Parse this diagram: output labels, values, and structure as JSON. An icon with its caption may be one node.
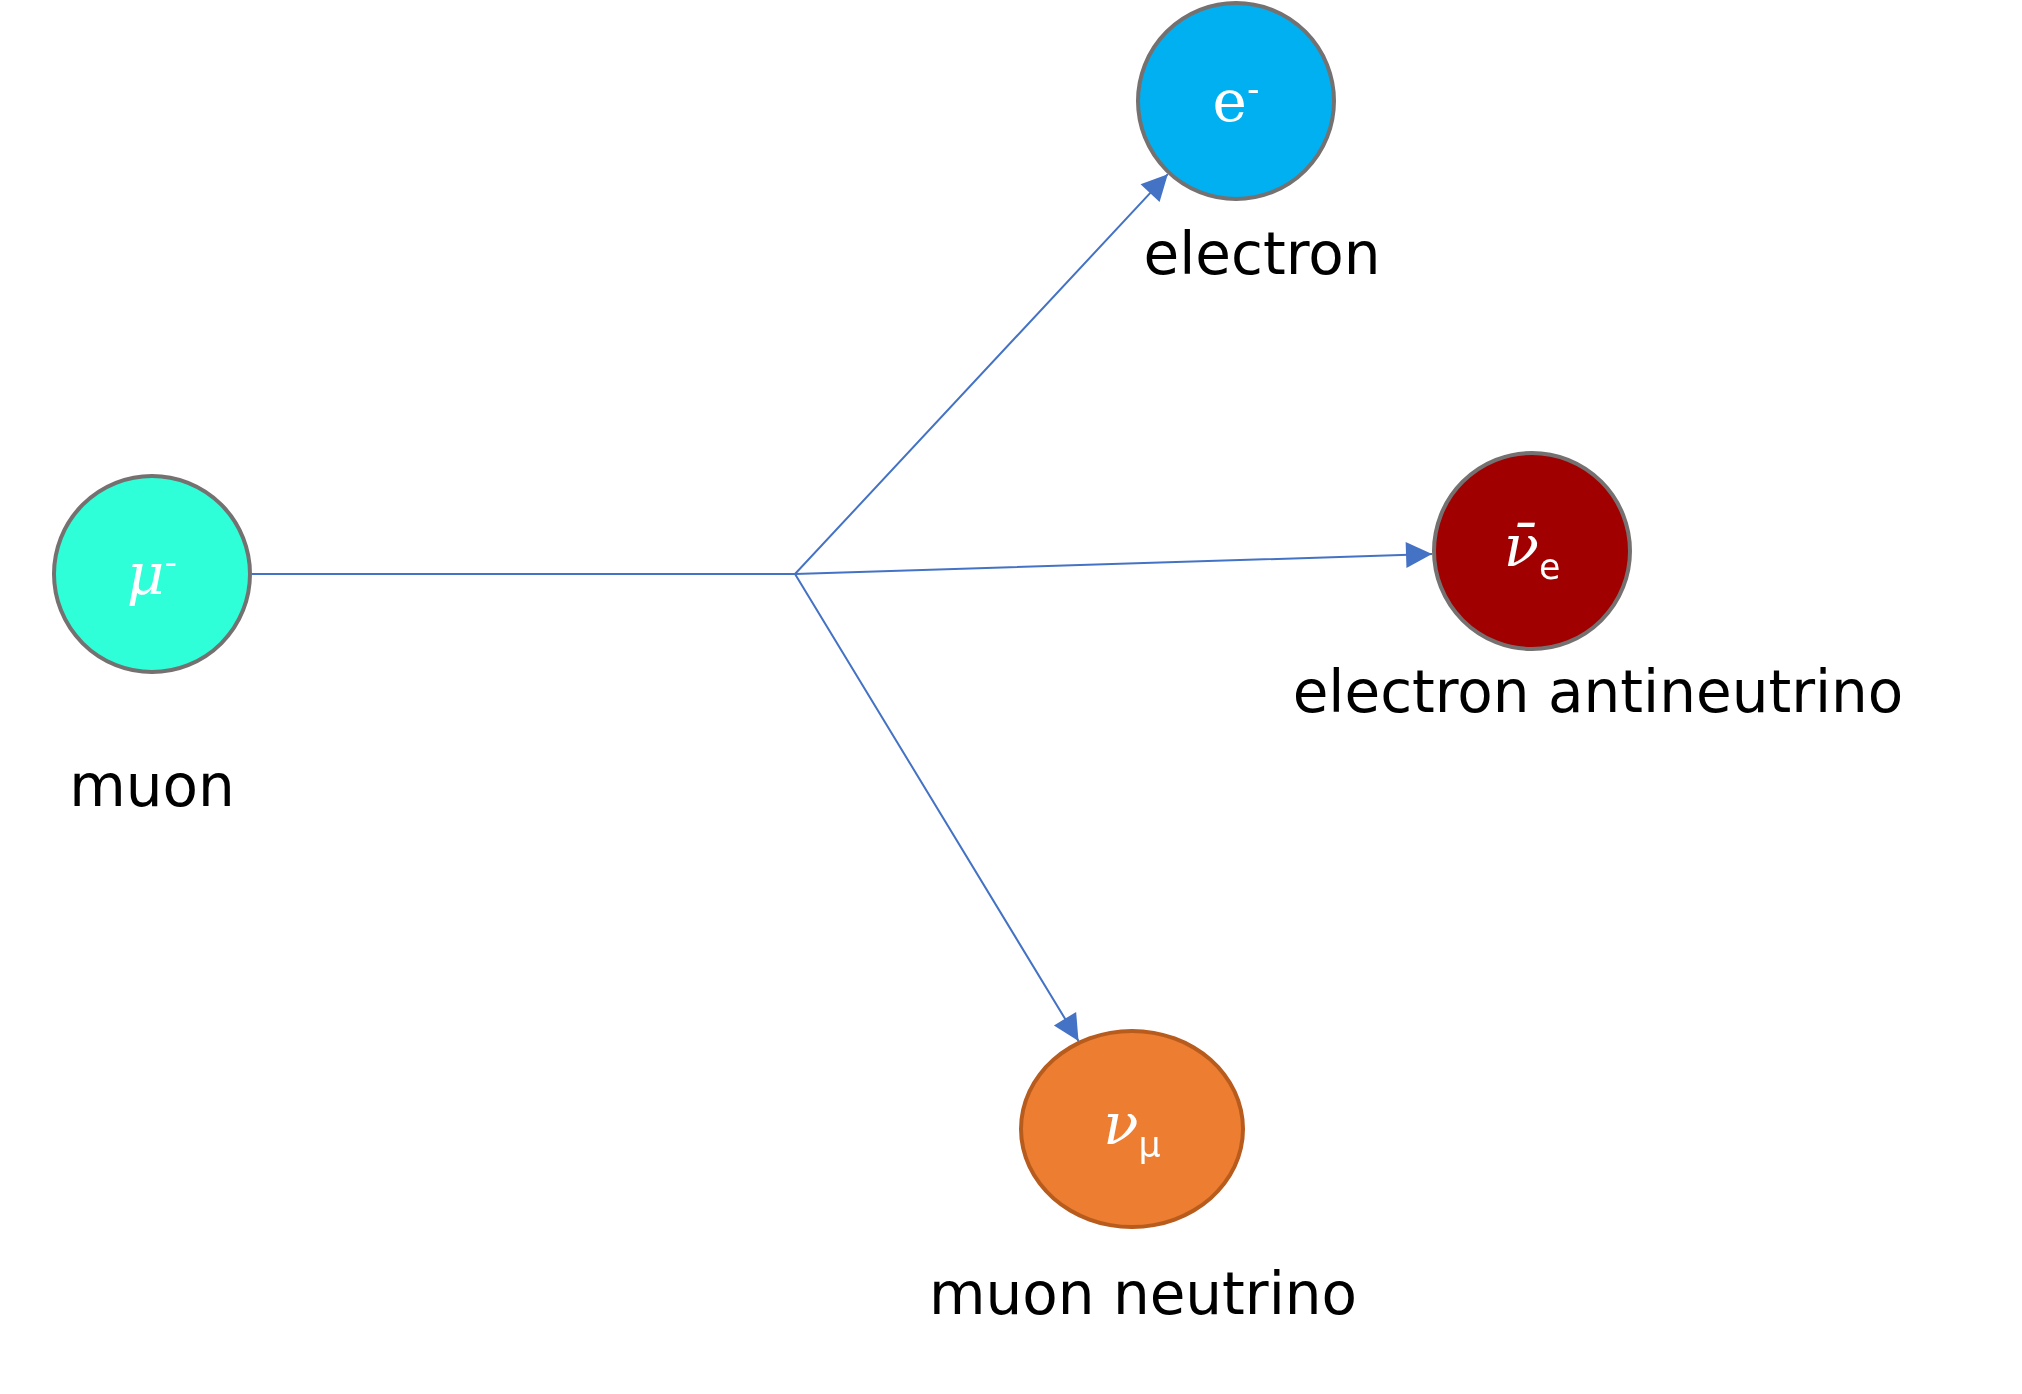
{
  "diagram": {
    "nodes": [
      {
        "text": [
          "*μ*$^{-}$"
        ],
        "beside": [
          "muon"
        ]
      },
      {
        "text": [
          "e$^{-}$"
        ],
        "beside": [
          "electron"
        ]
      },
      {
        "text": [
          "*ν̄*$_{e}$"
        ],
        "beside": [
          "electron antineutrino"
        ]
      },
      {
        "text": [
          "*ν*$_{μ}$"
        ],
        "beside": [
          "muon neutrino"
        ]
      }
    ],
    "edges": [
      {
        "from": 0,
        "to": 1,
        "arrow": "to"
      },
      {
        "from": 0,
        "to": 2,
        "arrow": "to"
      },
      {
        "from": 0,
        "to": 3,
        "arrow": "to"
      }
    ]
  }
}
